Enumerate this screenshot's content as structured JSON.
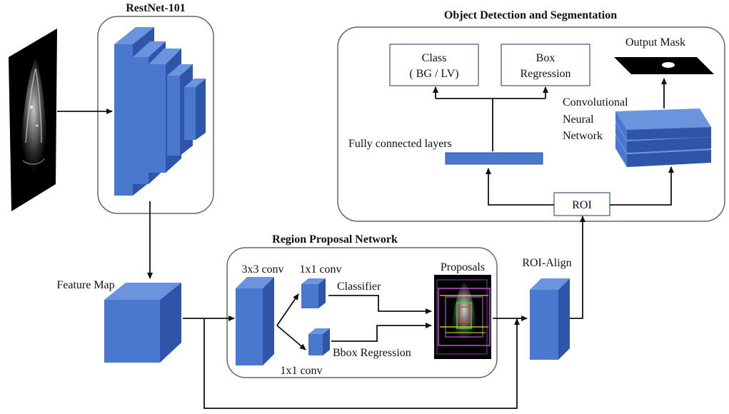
{
  "titles": {
    "backbone": "RestNet-101",
    "detection": "Object Detection and Segmentation",
    "rpn": "Region Proposal Network"
  },
  "labels": {
    "class_line1": "Class",
    "class_line2": "( BG / LV)",
    "box_line1": "Box",
    "box_line2": "Regression",
    "output_mask": "Output Mask",
    "cnn_line1": "Convolutional",
    "cnn_line2": "Neural",
    "cnn_line3": "Network",
    "fc_layers": "Fully connected layers",
    "roi": "ROI",
    "feature_map": "Feature Map",
    "conv3x3": "3x3 conv",
    "conv1x1_top": "1x1 conv",
    "classifier": "Classifier",
    "conv1x1_bottom": "1x1 conv",
    "bbox_regression": "Bbox Regression",
    "proposals": "Proposals",
    "roi_align": "ROI-Align"
  },
  "colors": {
    "block_face": "#4a78cf",
    "block_side": "#2f55a8",
    "block_top": "#6b94de",
    "panel_border": "#666666",
    "label_box_border": "#5a6e8c",
    "proposal_box": "#b24fc4",
    "proposal_line": "#d8ee2a"
  }
}
